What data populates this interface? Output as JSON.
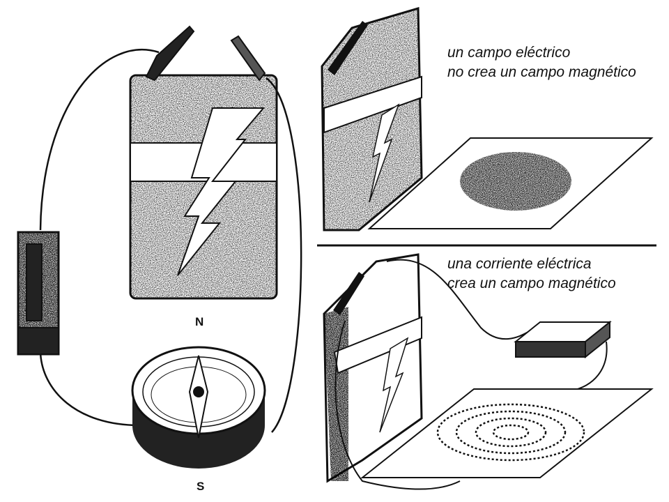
{
  "captions": {
    "top_line1": "un campo eléctrico",
    "top_line2": "no crea un campo magnético",
    "bottom_line1": "una corriente eléctrica",
    "bottom_line2": "crea un campo magnético"
  },
  "poles": {
    "north": "N",
    "south": "S"
  },
  "colors": {
    "ink": "#111111",
    "paper": "#ffffff",
    "speckle": "#444444"
  }
}
